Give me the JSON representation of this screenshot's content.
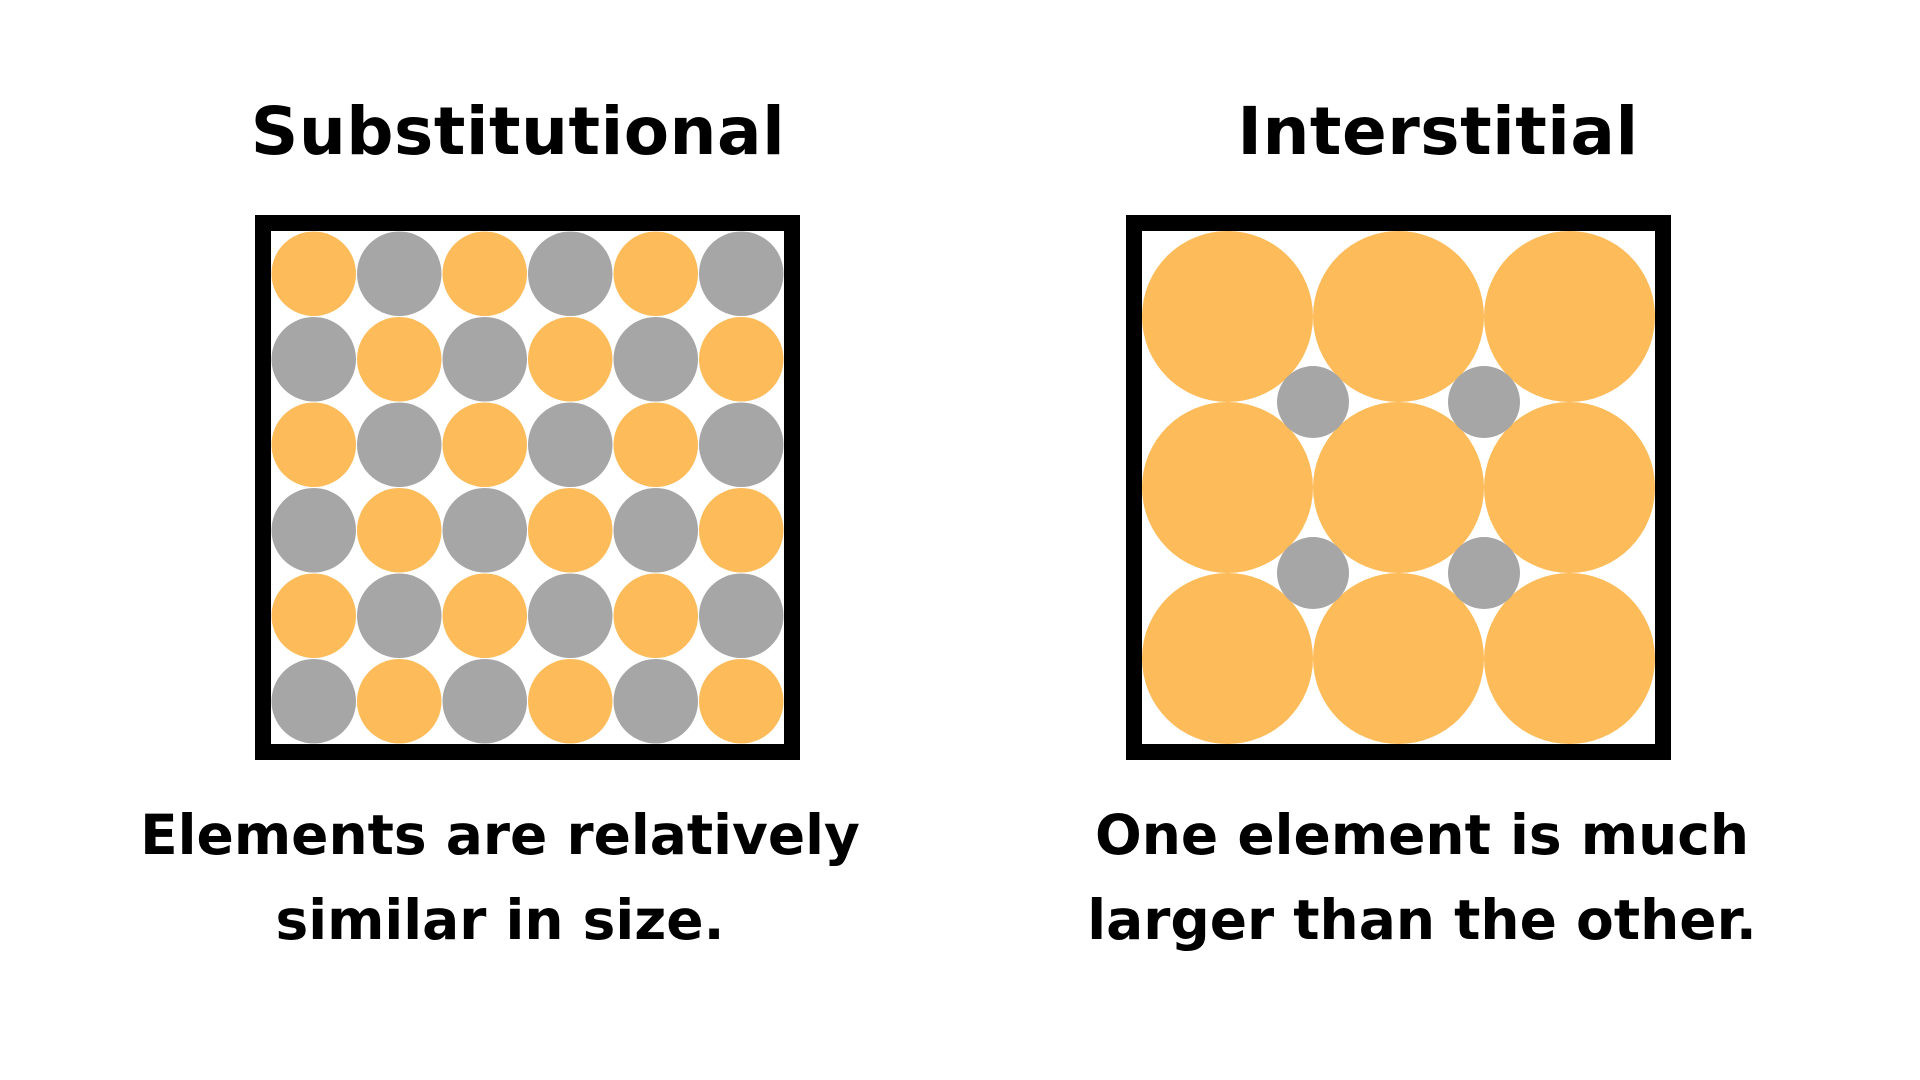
{
  "colors": {
    "orange": "#FDBB59",
    "gray": "#A6A6A6",
    "border": "#000000",
    "background": "#FFFFFF"
  },
  "panels": {
    "substitutional": {
      "title": "Substitutional",
      "caption_line1": "Elements are relatively",
      "caption_line2": "similar in size.",
      "grid": {
        "rows": 6,
        "cols": 6,
        "pattern": "checkerboard",
        "first_color": "orange"
      }
    },
    "interstitial": {
      "title": "Interstitial",
      "caption_line1": "One element is much",
      "caption_line2": "larger than the other.",
      "grid": {
        "large_rows": 3,
        "large_cols": 3,
        "large_color": "orange",
        "small_color": "gray",
        "small_atom_count": 4
      }
    }
  }
}
